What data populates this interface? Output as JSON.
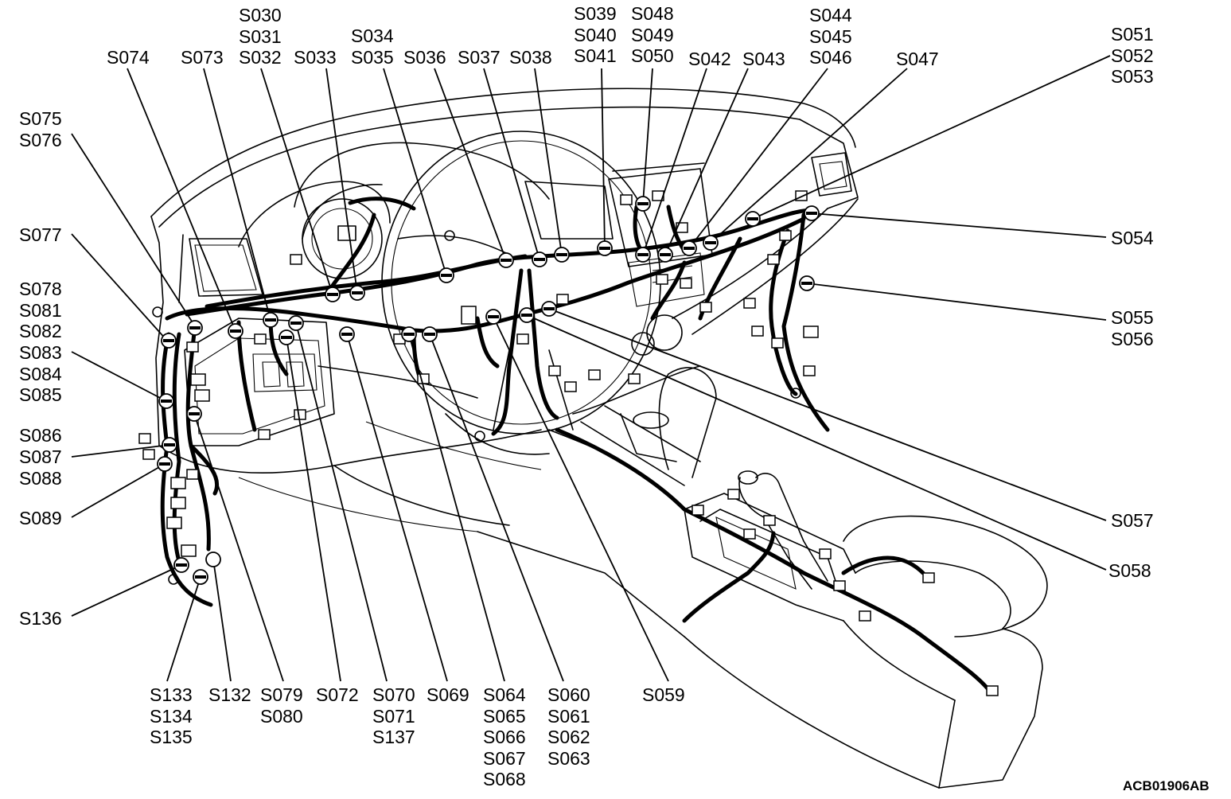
{
  "labels": {
    "s074": [
      "S074"
    ],
    "s073": [
      "S073"
    ],
    "s030": [
      "S030",
      "S031",
      "S032"
    ],
    "s033": [
      "S033"
    ],
    "s034": [
      "S034",
      "S035"
    ],
    "s036": [
      "S036"
    ],
    "s037": [
      "S037"
    ],
    "s038": [
      "S038"
    ],
    "s039": [
      "S039",
      "S040",
      "S041"
    ],
    "s048": [
      "S048",
      "S049",
      "S050"
    ],
    "s042": [
      "S042"
    ],
    "s043": [
      "S043"
    ],
    "s044": [
      "S044",
      "S045",
      "S046"
    ],
    "s047": [
      "S047"
    ],
    "s051": [
      "S051",
      "S052",
      "S053"
    ],
    "s075": [
      "S075",
      "S076"
    ],
    "s077": [
      "S077"
    ],
    "s078": [
      "S078",
      "S081",
      "S082"
    ],
    "s083": [
      "S083",
      "S084",
      "S085"
    ],
    "s086": [
      "S086"
    ],
    "s087": [
      "S087"
    ],
    "s088": [
      "S088"
    ],
    "s089": [
      "S089"
    ],
    "s136": [
      "S136"
    ],
    "s054": [
      "S054"
    ],
    "s055": [
      "S055",
      "S056"
    ],
    "s057": [
      "S057"
    ],
    "s058": [
      "S058"
    ],
    "s059": [
      "S059"
    ],
    "s133": [
      "S133",
      "S134",
      "S135"
    ],
    "s132": [
      "S132"
    ],
    "s079": [
      "S079",
      "S080"
    ],
    "s072": [
      "S072"
    ],
    "s070": [
      "S070",
      "S071",
      "S137"
    ],
    "s069": [
      "S069"
    ],
    "s064": [
      "S064",
      "S065",
      "S066",
      "S067",
      "S068"
    ],
    "s060": [
      "S060",
      "S061",
      "S062",
      "S063"
    ]
  },
  "figure_code": "ACB01906AB"
}
